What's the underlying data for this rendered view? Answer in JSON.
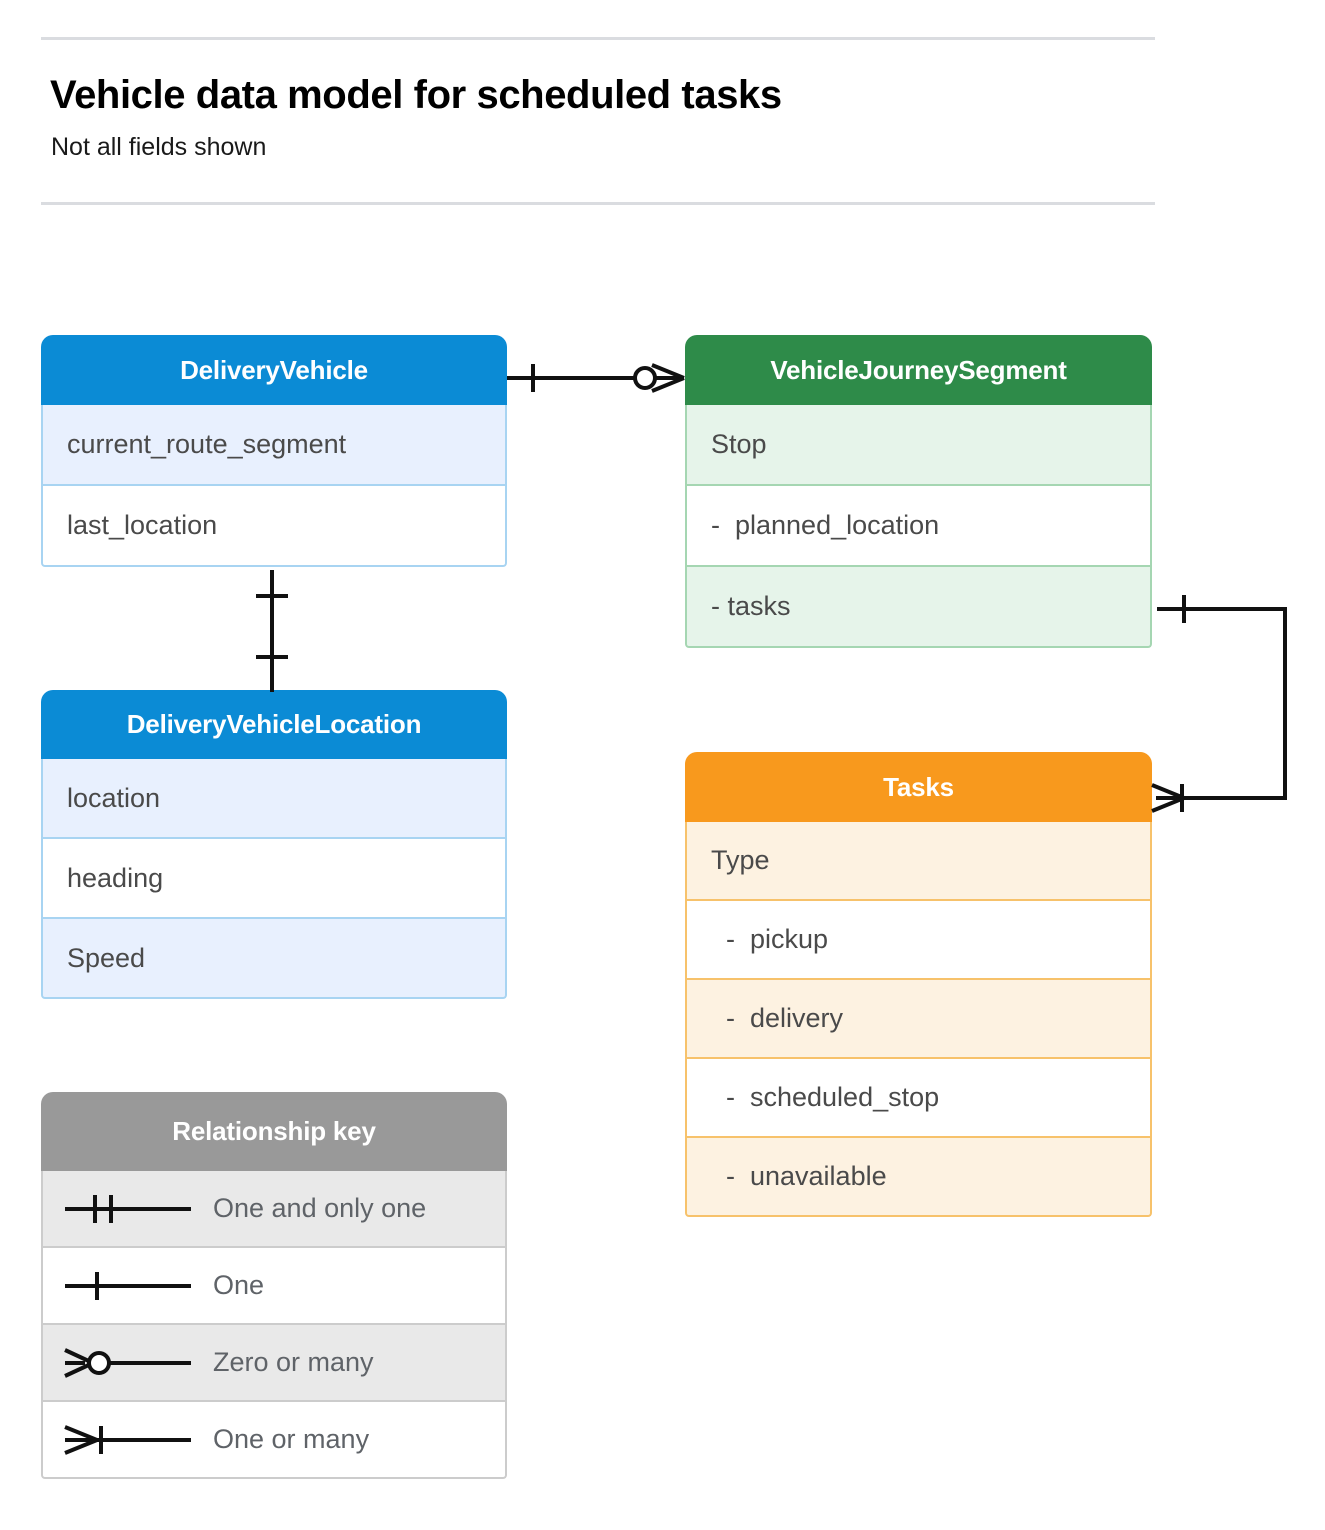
{
  "header": {
    "title": "Vehicle data model for scheduled tasks",
    "subtitle": "Not all fields shown"
  },
  "colors": {
    "blue_header": "#0b8bd5",
    "blue_row": "#e8f0fe",
    "blue_border": "#a8d4f2",
    "green_header": "#2e8b49",
    "green_row": "#e6f4ea",
    "green_border": "#a5d6b2",
    "orange_header": "#f8991d",
    "orange_row": "#fdf2e1",
    "orange_border": "#f7c26b",
    "grey_header": "#999999",
    "grey_row": "#e9e9e9",
    "connector": "#000000",
    "rule": "#dadce0"
  },
  "entities": {
    "delivery_vehicle": {
      "name": "DeliveryVehicle",
      "fields": [
        {
          "label": "current_route_segment"
        },
        {
          "label": "last_location"
        }
      ]
    },
    "delivery_vehicle_location": {
      "name": "DeliveryVehicleLocation",
      "fields": [
        {
          "label": "location"
        },
        {
          "label": "heading"
        },
        {
          "label": "Speed"
        }
      ]
    },
    "vehicle_journey_segment": {
      "name": "VehicleJourneySegment",
      "fields": [
        {
          "label": "Stop"
        },
        {
          "label": "-  planned_location"
        },
        {
          "label": "- tasks"
        }
      ]
    },
    "tasks": {
      "name": "Tasks",
      "fields": [
        {
          "label": "Type"
        },
        {
          "label": "  -  pickup"
        },
        {
          "label": "  -  delivery"
        },
        {
          "label": "  -  scheduled_stop"
        },
        {
          "label": "  -  unavailable"
        }
      ]
    }
  },
  "legend": {
    "title": "Relationship key",
    "items": [
      {
        "symbol": "one-and-only-one",
        "label": "One and only one"
      },
      {
        "symbol": "one",
        "label": "One"
      },
      {
        "symbol": "zero-or-many",
        "label": "Zero or many"
      },
      {
        "symbol": "one-or-many",
        "label": "One or many"
      }
    ]
  },
  "relationships": [
    {
      "id": "vehicle-to-journey-segment",
      "from": "DeliveryVehicle",
      "to": "VehicleJourneySegment",
      "from_cardinality": "one",
      "to_cardinality": "zero-or-many"
    },
    {
      "id": "vehicle-to-location",
      "from": "DeliveryVehicle",
      "to": "DeliveryVehicleLocation",
      "from_cardinality": "one",
      "to_cardinality": "one"
    },
    {
      "id": "journey-segment-tasks-to-tasks",
      "from": "VehicleJourneySegment.tasks",
      "to": "Tasks",
      "from_cardinality": "one",
      "to_cardinality": "one-or-many"
    }
  ]
}
